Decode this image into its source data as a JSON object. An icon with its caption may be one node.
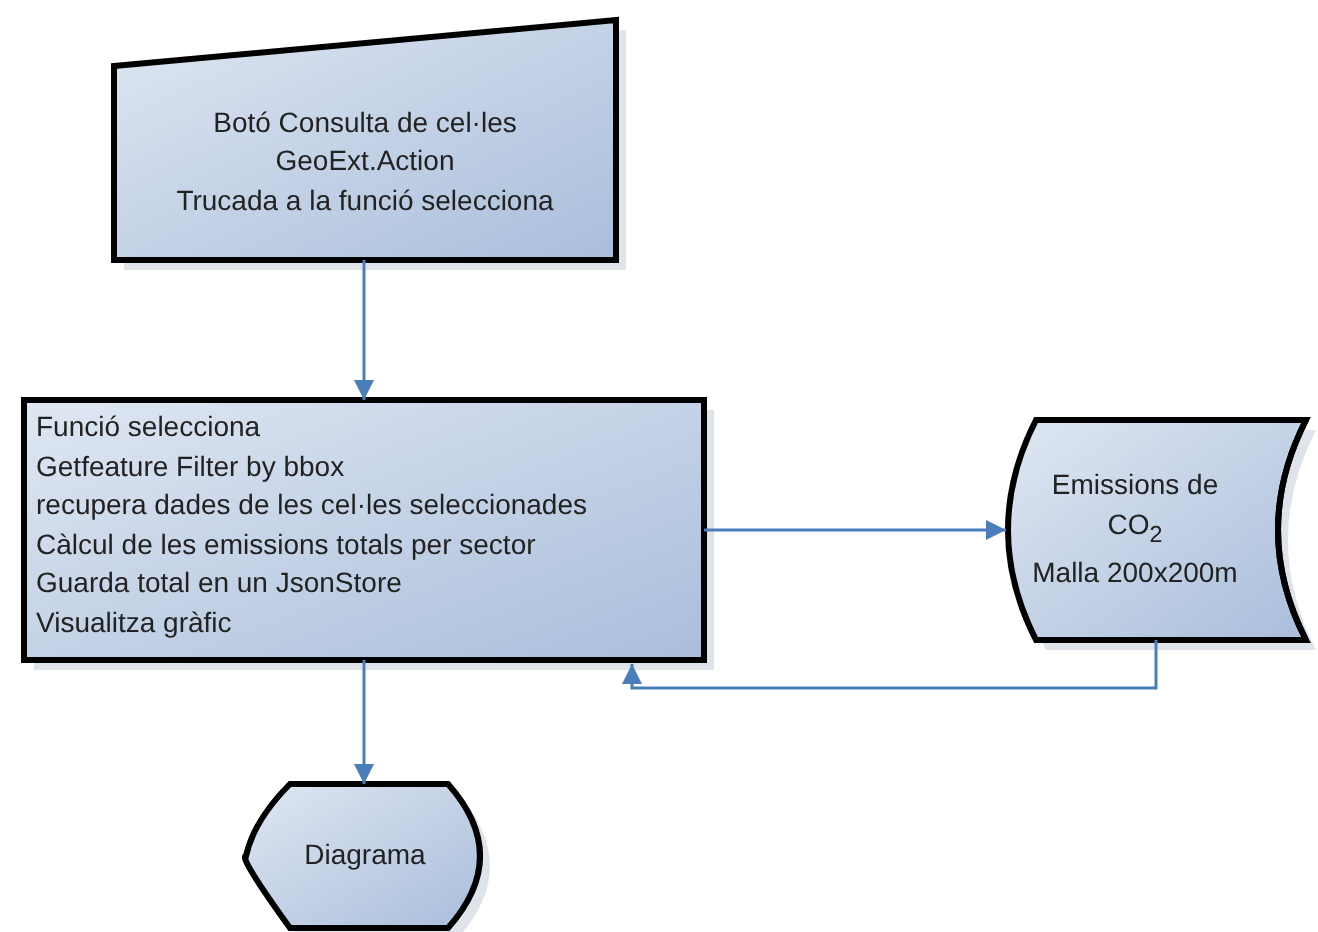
{
  "diagram": {
    "nodes": [
      {
        "text": [
          "Botó Consulta de cel·les",
          "GeoExt.Action",
          "Trucada a la funció selecciona"
        ]
      },
      {
        "text": [
          "Funció selecciona",
          "Getfeature Filter by bbox",
          "recupera dades de les cel·les seleccionades",
          "Càlcul de les emissions totals per sector",
          "Guarda total en un JsonStore",
          "Visualitza gràfic"
        ]
      },
      {
        "text": [
          "Emissions de CO$_{2}$",
          "Malla 200x200m"
        ]
      },
      {
        "text": [
          "Diagrama"
        ]
      }
    ],
    "edges": [
      {
        "from": 0,
        "to": 1,
        "arrow": "to"
      },
      {
        "from": 1,
        "to": 2,
        "arrow": "to"
      },
      {
        "from": 2,
        "to": 1,
        "arrow": "to"
      },
      {
        "from": 1,
        "to": 3,
        "arrow": "to"
      }
    ]
  }
}
